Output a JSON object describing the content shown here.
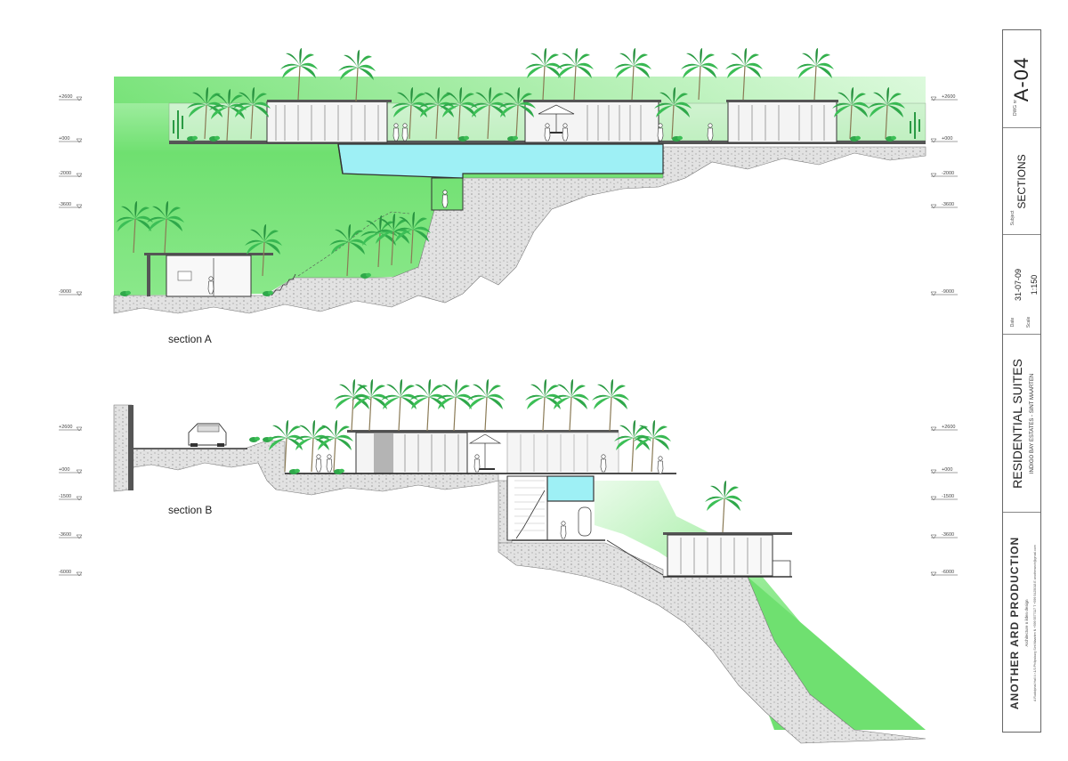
{
  "sheet": {
    "drawing_no_label": "DWG nr",
    "drawing_no": "A-04",
    "subject_label": "Subject",
    "subject": "SECTIONS",
    "date_label": "Date",
    "date": "31-07-09",
    "scale_label": "Scale",
    "scale": "1:150",
    "project_title": "RESIDENTIAL SUITES",
    "project_subtitle": "INDIGO BAY ESTATES  -  SINT MAARTEN",
    "firm_name": "ANOTHER ARD PRODUCTION",
    "firm_tagline": "Architecture n ilden design",
    "firm_address": "A Rudolphal Hall 4 r.1/3 Philipsburg Sint Maarten N  +599 5577117 T  +599 5425018 E anotherarch@gmail.com"
  },
  "section_a": {
    "label": "section A",
    "levels": [
      "+2600",
      "+000",
      "-2000",
      "-3600",
      "-9000"
    ]
  },
  "section_b": {
    "label": "section B",
    "levels": [
      "+2600",
      "+000",
      "-1500",
      "-3600",
      "-6000"
    ]
  },
  "colors": {
    "vegetation": "#6fe070",
    "pool": "#9ef0f5",
    "rock": "#bbbbbb",
    "line": "#333333"
  }
}
